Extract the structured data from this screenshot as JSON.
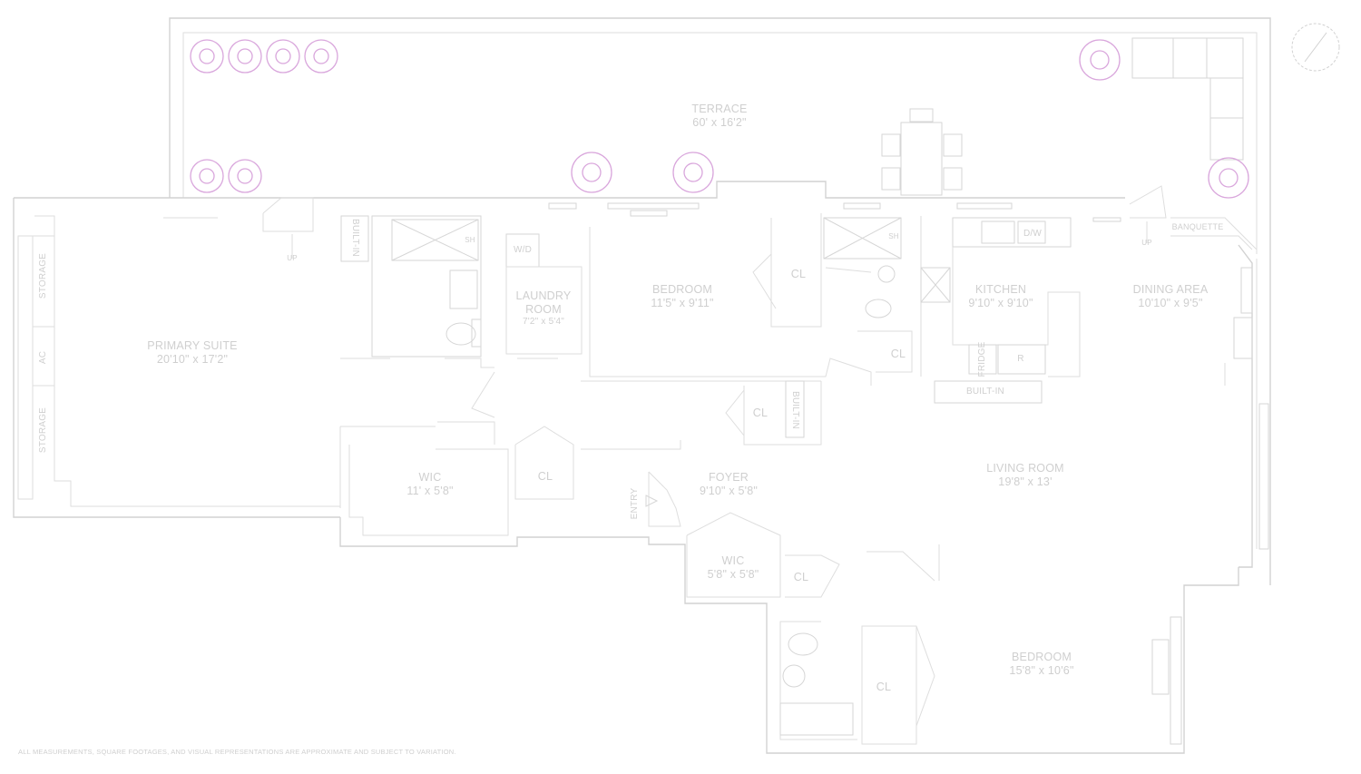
{
  "rooms": {
    "terrace": {
      "name": "TERRACE",
      "dims": "60' x 16'2\""
    },
    "primary_suite": {
      "name": "PRIMARY SUITE",
      "dims": "20'10\" x 17'2\""
    },
    "bedroom_1": {
      "name": "BEDROOM",
      "dims": "11'5\" x 9'11\""
    },
    "laundry": {
      "name": "LAUNDRY ROOM",
      "line1": "LAUNDRY",
      "line2": "ROOM",
      "dims": "7'2\" x 5'4\""
    },
    "kitchen": {
      "name": "KITCHEN",
      "dims": "9'10\" x 9'10\""
    },
    "dining": {
      "name": "DINING AREA",
      "dims": "10'10\" x 9'5\""
    },
    "living": {
      "name": "LIVING ROOM",
      "dims": "19'8\" x 13'"
    },
    "foyer": {
      "name": "FOYER",
      "dims": "9'10\" x 5'8\""
    },
    "wic_1": {
      "name": "WIC",
      "dims": "11' x 5'8\""
    },
    "wic_2": {
      "name": "WIC",
      "dims": "5'8\" x 5'8\""
    },
    "bedroom_2": {
      "name": "BEDROOM",
      "dims": "15'8\" x 10'6\""
    }
  },
  "labels": {
    "cl": "CL",
    "built_in": "BUILT-IN",
    "storage": "STORAGE",
    "ac": "AC",
    "wd": "W/D",
    "dw": "D/W",
    "fridge": "FRIDGE",
    "range": "R",
    "banquette": "BANQUETTE",
    "up": "UP",
    "entry": "ENTRY",
    "sh": "SH"
  },
  "footer": "ALL MEASUREMENTS, SQUARE FOOTAGES, AND VISUAL REPRESENTATIONS ARE APPROXIMATE AND SUBJECT TO VARIATION.",
  "colors": {
    "walls": "#d2d2d2",
    "plants": "#d9a6dc",
    "text": "#cfcfcf"
  },
  "icons": {
    "compass": "compass-icon",
    "plant": "plant-icon"
  }
}
